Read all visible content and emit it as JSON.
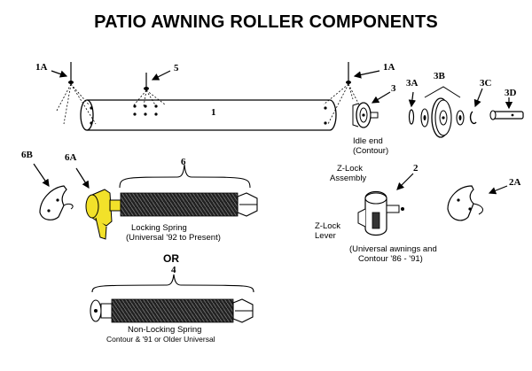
{
  "title": "PATIO AWNING ROLLER COMPONENTS",
  "part_labels": {
    "p1a_left": "1A",
    "p5": "5",
    "p1": "1",
    "p1a_right": "1A",
    "p3": "3",
    "p3a": "3A",
    "p3b": "3B",
    "p3c": "3C",
    "p3d": "3D",
    "p6b": "6B",
    "p6a": "6A",
    "p6": "6",
    "p2": "2",
    "p2a": "2A",
    "p4": "4"
  },
  "captions": {
    "idle_end": [
      "Idle end",
      "(Contour)"
    ],
    "zlock_assembly": [
      "Z-Lock",
      "Assembly"
    ],
    "zlock_lever": [
      "Z-Lock",
      "Lever"
    ],
    "zlock_note": [
      "(Universal awnings and",
      "Contour '86 - '91)"
    ],
    "locking_spring": [
      "Locking Spring",
      "(Universal '92 to Present)"
    ],
    "or": "OR",
    "non_locking_spring": [
      "Non-Locking Spring",
      "Contour & '91 or Older Universal"
    ]
  },
  "colors": {
    "line": "#000000",
    "highlight_yellow": "#f2e12a",
    "background": "#ffffff"
  }
}
